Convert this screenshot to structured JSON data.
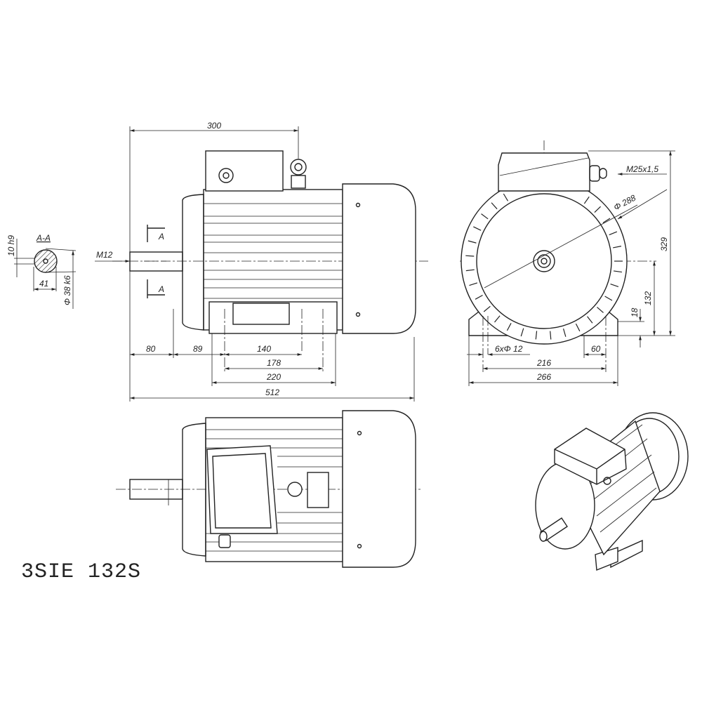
{
  "title": "3SIE 132S",
  "section": {
    "label": "A-A",
    "key_width": "10 h9",
    "key_height": "41",
    "shaft_diameter": "Φ 38 k6",
    "cut_mark": "A"
  },
  "side_view": {
    "thread": "M12",
    "dims": {
      "overall_height_ref": "300",
      "shaft_length": "80",
      "shaft_to_foot": "89",
      "foot_holes": "140",
      "foot_inner": "178",
      "foot_length": "220",
      "overall_length": "512"
    }
  },
  "front_view": {
    "gland": "M25x1,5",
    "dims": {
      "frame_diameter": "Φ 288",
      "overall_height": "329",
      "shaft_height": "132",
      "foot_thickness": "18",
      "holes": "6xΦ 12",
      "foot_width": "60",
      "hole_spacing": "216",
      "base_width": "266"
    }
  },
  "colors": {
    "line": "#222222",
    "background": "#ffffff"
  }
}
